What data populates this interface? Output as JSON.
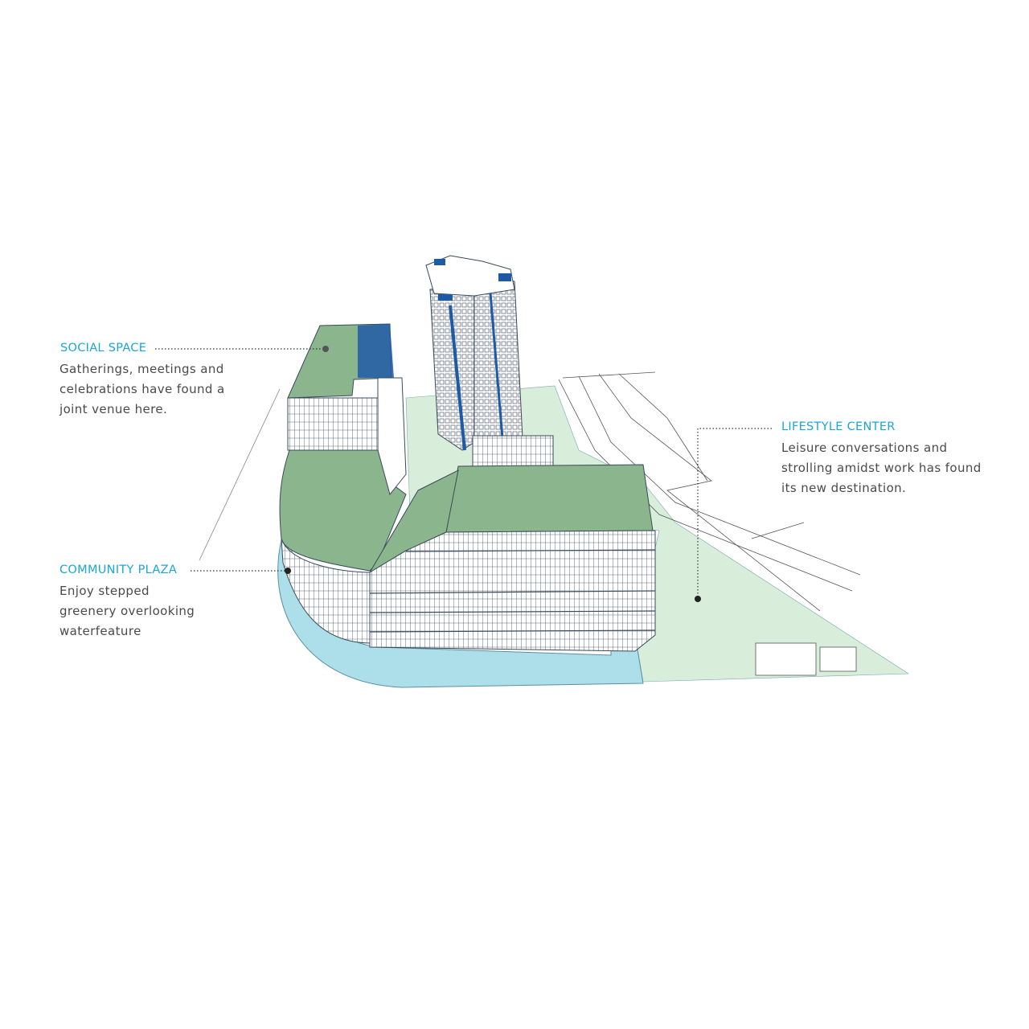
{
  "colors": {
    "accent": "#1ba6d8",
    "roof_green": "#8bb58d",
    "site_green": "#d8eedb",
    "water": "#acdfe9",
    "glass_blue": "#1f5aa6",
    "line": "#3a4a5a"
  },
  "callouts": [
    {
      "title": "SOCIAL SPACE",
      "lines": [
        "Gatherings, meetings and",
        "celebrations have found a",
        "joint venue here."
      ]
    },
    {
      "title": "COMMUNITY PLAZA",
      "lines": [
        "Enjoy stepped",
        "greenery  overlooking",
        "waterfeature"
      ]
    },
    {
      "title": "LIFESTYLE CENTER",
      "lines": [
        "Leisure conversations and",
        "strolling amidst work has found",
        "its new destination."
      ]
    }
  ]
}
